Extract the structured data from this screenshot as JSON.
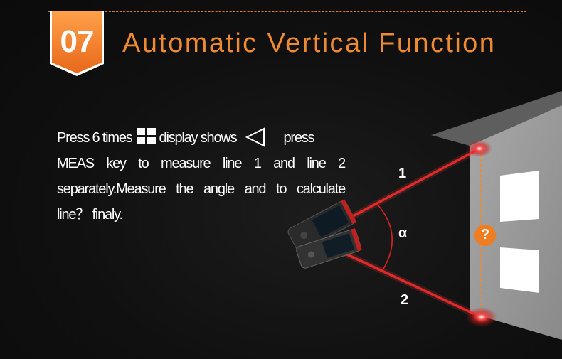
{
  "section": {
    "number": "07",
    "title": "Automatic Vertical Function"
  },
  "description": {
    "line1_before": "Press 6 times",
    "line1_mid": "display shows",
    "line1_after": "press",
    "line2": "MEAS key to measure line 1 and line 2",
    "line3": "separately.Measure the angle and to calculate",
    "line4": "line？ finaly."
  },
  "diagram": {
    "label_line1": "1",
    "label_line2": "2",
    "label_angle": "α",
    "label_unknown": "?"
  },
  "colors": {
    "accent": "#f08a30",
    "badge": "#f07d22",
    "laser": "#e0202a",
    "wall_front": "#9a9a9a",
    "wall_roof": "#6e6e6e"
  },
  "icons": {
    "mode": "grid-icon",
    "display": "triangle-left-icon"
  }
}
